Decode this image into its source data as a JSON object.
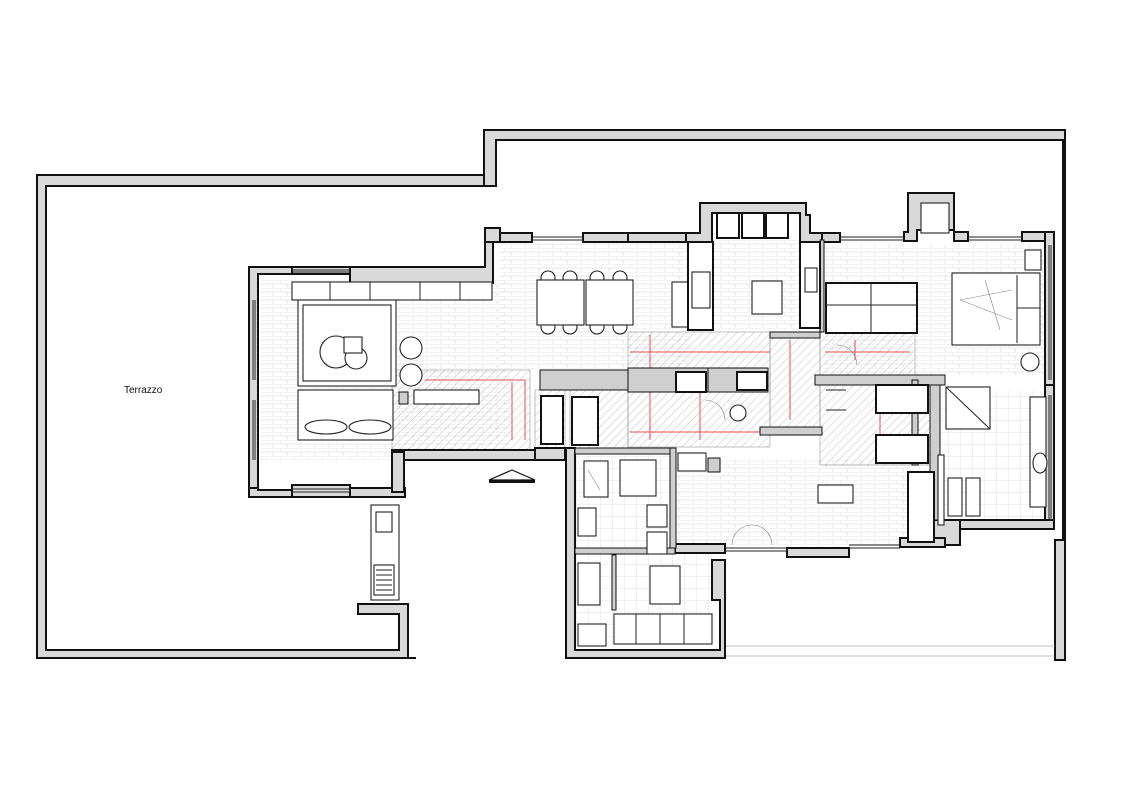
{
  "plan": {
    "labels": {
      "terrace": "Terrazzo"
    },
    "icons": [
      "balcony-outline",
      "wall-hatch",
      "tile-grid",
      "furniture",
      "bathroom-fixtures",
      "kitchen-counter",
      "bed",
      "dining-table",
      "sofa",
      "entrance-arrow"
    ]
  }
}
